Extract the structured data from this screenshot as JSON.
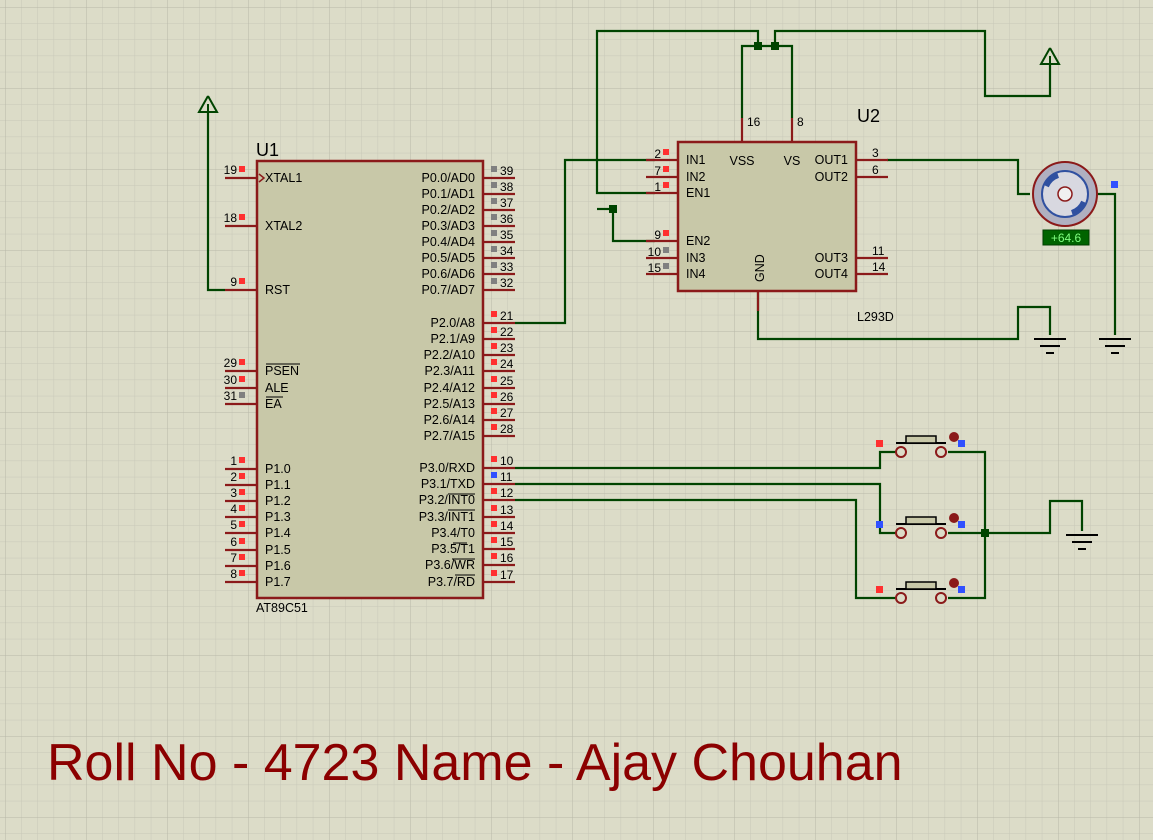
{
  "colors": {
    "background": "#dcdcc8",
    "grid": "#c4c4b4",
    "body": "#c8c8a8",
    "outline": "#8b1a1a",
    "wire": "#004400",
    "pin": "#8b1a1a",
    "footer": "#8b0000",
    "meter_bg": "#006400",
    "meter_text": "#80ff80"
  },
  "icons": {
    "power": "power-terminal-icon",
    "ground": "ground-terminal-icon",
    "motor": "dc-motor-icon",
    "button": "push-button-icon"
  },
  "u1": {
    "ref": "U1",
    "part": "AT89C51",
    "left_pins": [
      {
        "num": "19",
        "name": "XTAL1"
      },
      {
        "num": "18",
        "name": "XTAL2"
      },
      {
        "num": "9",
        "name": "RST"
      },
      {
        "num": "29",
        "name": "PSEN"
      },
      {
        "num": "30",
        "name": "ALE"
      },
      {
        "num": "31",
        "name": "EA"
      },
      {
        "num": "1",
        "name": "P1.0"
      },
      {
        "num": "2",
        "name": "P1.1"
      },
      {
        "num": "3",
        "name": "P1.2"
      },
      {
        "num": "4",
        "name": "P1.3"
      },
      {
        "num": "5",
        "name": "P1.4"
      },
      {
        "num": "6",
        "name": "P1.5"
      },
      {
        "num": "7",
        "name": "P1.6"
      },
      {
        "num": "8",
        "name": "P1.7"
      }
    ],
    "right_pins": [
      {
        "num": "39",
        "name": "P0.0/AD0"
      },
      {
        "num": "38",
        "name": "P0.1/AD1"
      },
      {
        "num": "37",
        "name": "P0.2/AD2"
      },
      {
        "num": "36",
        "name": "P0.3/AD3"
      },
      {
        "num": "35",
        "name": "P0.4/AD4"
      },
      {
        "num": "34",
        "name": "P0.5/AD5"
      },
      {
        "num": "33",
        "name": "P0.6/AD6"
      },
      {
        "num": "32",
        "name": "P0.7/AD7"
      },
      {
        "num": "21",
        "name": "P2.0/A8"
      },
      {
        "num": "22",
        "name": "P2.1/A9"
      },
      {
        "num": "23",
        "name": "P2.2/A10"
      },
      {
        "num": "24",
        "name": "P2.3/A11"
      },
      {
        "num": "25",
        "name": "P2.4/A12"
      },
      {
        "num": "26",
        "name": "P2.5/A13"
      },
      {
        "num": "27",
        "name": "P2.6/A14"
      },
      {
        "num": "28",
        "name": "P2.7/A15"
      },
      {
        "num": "10",
        "name": "P3.0/RXD"
      },
      {
        "num": "11",
        "name": "P3.1/TXD"
      },
      {
        "num": "12",
        "name": "P3.2/INT0"
      },
      {
        "num": "13",
        "name": "P3.3/INT1"
      },
      {
        "num": "14",
        "name": "P3.4/T0"
      },
      {
        "num": "15",
        "name": "P3.5/T1"
      },
      {
        "num": "16",
        "name": "P3.6/WR"
      },
      {
        "num": "17",
        "name": "P3.7/RD"
      }
    ]
  },
  "u2": {
    "ref": "U2",
    "part": "L293D",
    "left_pins": [
      {
        "num": "2",
        "name": "IN1"
      },
      {
        "num": "7",
        "name": "IN2"
      },
      {
        "num": "1",
        "name": "EN1"
      },
      {
        "num": "9",
        "name": "EN2"
      },
      {
        "num": "10",
        "name": "IN3"
      },
      {
        "num": "15",
        "name": "IN4"
      }
    ],
    "right_pins": [
      {
        "num": "3",
        "name": "OUT1"
      },
      {
        "num": "6",
        "name": "OUT2"
      },
      {
        "num": "11",
        "name": "OUT3"
      },
      {
        "num": "14",
        "name": "OUT4"
      }
    ],
    "top_pins": [
      {
        "num": "16",
        "name": "VSS"
      },
      {
        "num": "8",
        "name": "VS"
      }
    ],
    "bottom_pin": {
      "name": "GND"
    }
  },
  "motor": {
    "reading": "+64.6"
  },
  "footer": {
    "text": "Roll No - 4723 Name - Ajay Chouhan"
  }
}
